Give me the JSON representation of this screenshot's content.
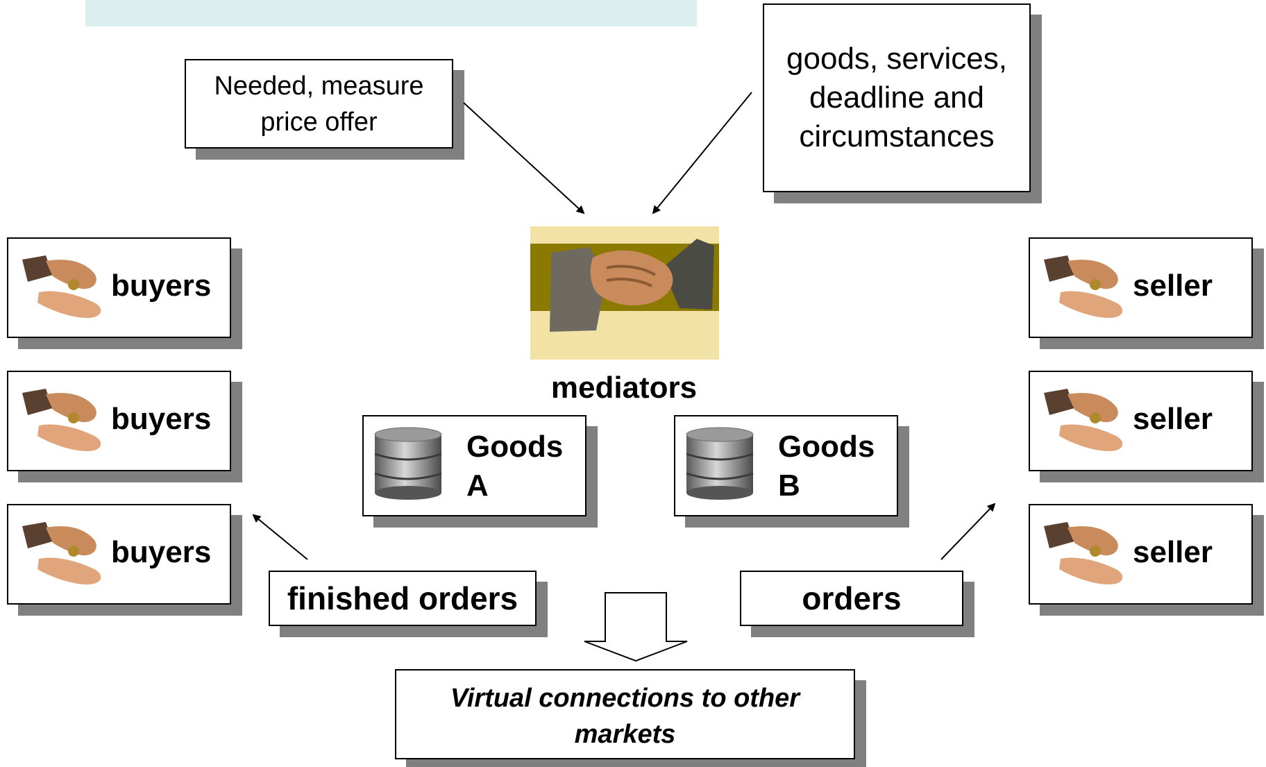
{
  "callouts": {
    "needed": "Needed, measure price offer",
    "goods_services": "goods, services, deadline and circumstances"
  },
  "center": {
    "mediators": "mediators",
    "goods_a": [
      "Goods",
      "A"
    ],
    "goods_b": [
      "Goods",
      "B"
    ]
  },
  "buyers": [
    "buyers",
    "buyers",
    "buyers"
  ],
  "sellers": [
    "seller",
    "seller",
    "seller"
  ],
  "orders": {
    "finished": "finished orders",
    "orders": "orders"
  },
  "virtual": {
    "line1": "Virtual connections to other",
    "line2": "markets"
  },
  "colors": {
    "top_band": "#dcefef",
    "shadow": "#808080",
    "handshake_bg": "#f3e2a6",
    "handshake_band": "#8c7a00"
  },
  "icons": {
    "hand": "hand-giving-coin-icon",
    "db": "database-cylinder-icon",
    "handshake": "handshake-icon"
  }
}
